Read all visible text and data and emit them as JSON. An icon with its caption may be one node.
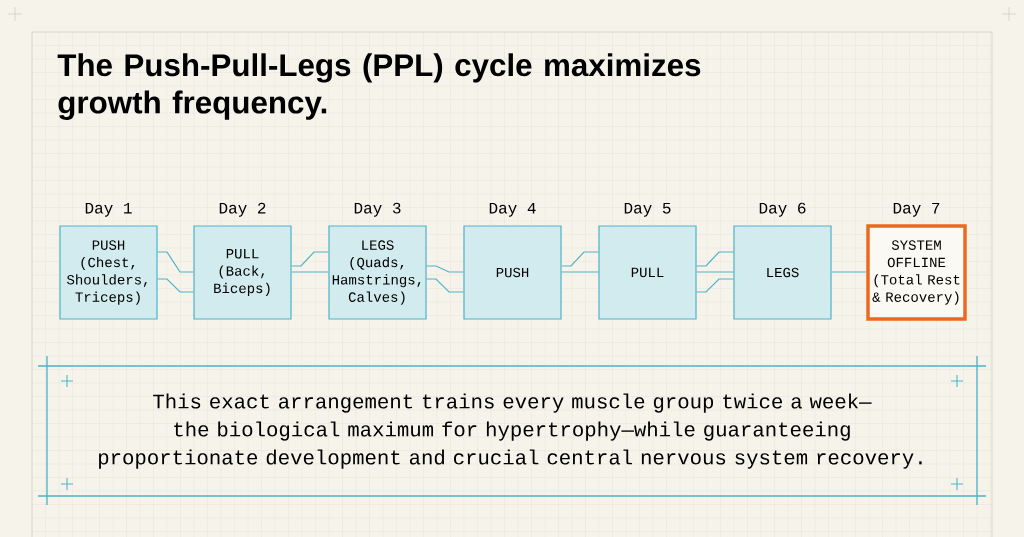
{
  "diagram": {
    "title": "The Push-Pull-Legs (PPL) cycle maximizes growth frequency.",
    "nodes": [
      {
        "text": [
          "PUSH",
          "(Chest, Shoulders, Triceps)"
        ],
        "beside": [
          "Day 1"
        ]
      },
      {
        "text": [
          "PULL",
          "(Back, Biceps)"
        ],
        "beside": [
          "Day 2"
        ]
      },
      {
        "text": [
          "LEGS",
          "(Quads, Hamstrings, Calves)"
        ],
        "beside": [
          "Day 3"
        ]
      },
      {
        "text": [
          "PUSH"
        ],
        "beside": [
          "Day 4"
        ]
      },
      {
        "text": [
          "PULL"
        ],
        "beside": [
          "Day 5"
        ]
      },
      {
        "text": [
          "LEGS"
        ],
        "beside": [
          "Day 6"
        ]
      },
      {
        "text": [
          "SYSTEM OFFLINE",
          "(Total Rest & Recovery)"
        ],
        "beside": [
          "Day 7"
        ]
      },
      {
        "text": [
          "This exact arrangement trains every muscle group twice a week—the biological maximum for hypertrophy—while guaranteeing proportionate development and crucial central nervous system recovery."
        ]
      }
    ],
    "edges": [
      {
        "from": 0,
        "to": 1,
        "arrow": "none"
      },
      {
        "from": 0,
        "to": 1,
        "arrow": "none"
      },
      {
        "from": 1,
        "to": 2,
        "arrow": "none"
      },
      {
        "from": 1,
        "to": 2,
        "arrow": "none"
      },
      {
        "from": 2,
        "to": 3,
        "arrow": "none"
      },
      {
        "from": 2,
        "to": 3,
        "arrow": "none"
      },
      {
        "from": 3,
        "to": 4,
        "arrow": "none"
      },
      {
        "from": 3,
        "to": 4,
        "arrow": "none"
      },
      {
        "from": 4,
        "to": 5,
        "arrow": "none"
      },
      {
        "from": 4,
        "to": 5,
        "arrow": "none"
      },
      {
        "from": 4,
        "to": 5,
        "arrow": "none"
      },
      {
        "from": 5,
        "to": 6,
        "arrow": "none"
      }
    ]
  }
}
